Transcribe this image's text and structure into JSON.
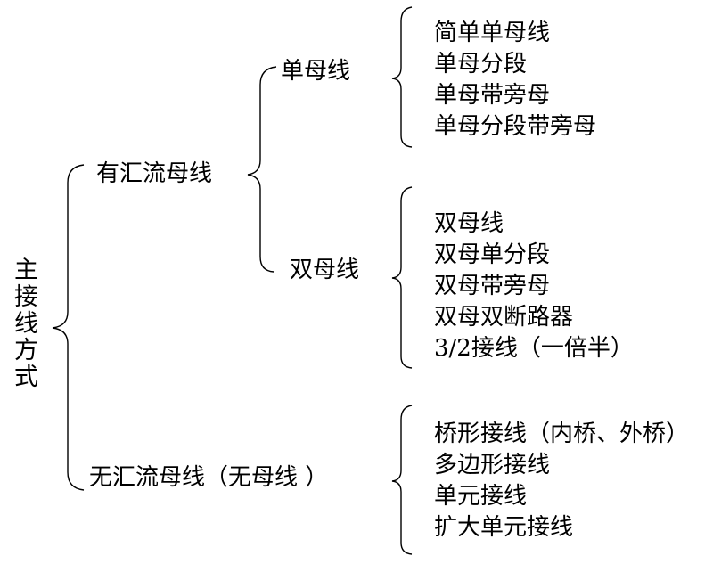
{
  "root": {
    "label": "主接线方式",
    "children": [
      {
        "label": "有汇流母线",
        "children": [
          {
            "label": "单母线",
            "items": [
              "简单单母线",
              "单母分段",
              "单母带旁母",
              "单母分段带旁母"
            ]
          },
          {
            "label": "双母线",
            "items": [
              "双母线",
              "双母单分段",
              "双母带旁母",
              "双母双断路器",
              "3/2接线（一倍半）"
            ]
          }
        ]
      },
      {
        "label": "无汇流母线（无母线 ）",
        "items": [
          "桥形接线（内桥、外桥）",
          "多边形接线",
          "单元接线",
          "扩大单元接线"
        ]
      }
    ]
  }
}
